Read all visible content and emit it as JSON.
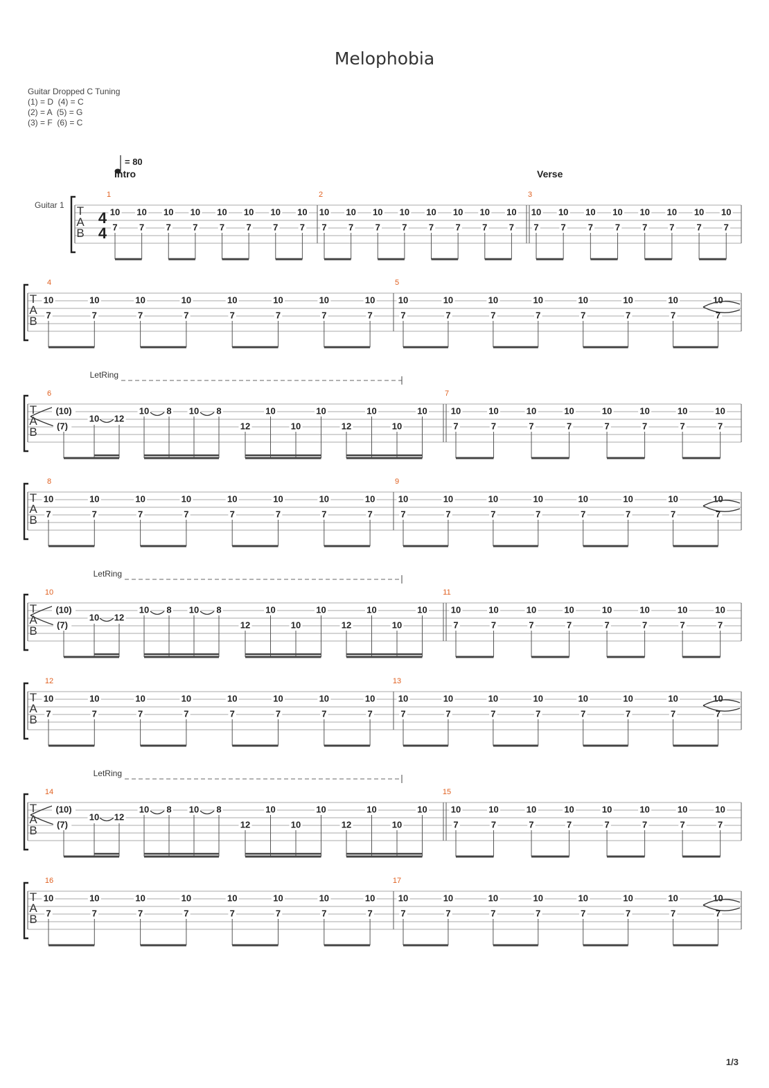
{
  "document": {
    "title": "Melophobia",
    "tuning_lines": [
      "Guitar Dropped C Tuning",
      "(1) = D  (4) = C",
      "(2) = A  (5) = G",
      "(3) = F  (6) = C"
    ],
    "page_label": "1/3"
  },
  "header": {
    "tempo_label": "= 80",
    "section_intro": "Intro",
    "section_verse": "Verse",
    "instrument_label": "Guitar 1",
    "time_signature": {
      "top": "4",
      "bottom": "4"
    },
    "tab_clef": [
      "T",
      "A",
      "B"
    ],
    "let_ring_label": "LetRing"
  },
  "bars": [
    {
      "number": "1",
      "type": "eighths",
      "top": "10",
      "bottom": "7"
    },
    {
      "number": "2",
      "type": "eighths",
      "top": "10",
      "bottom": "7"
    },
    {
      "number": "3",
      "type": "eighths",
      "top": "10",
      "bottom": "7"
    },
    {
      "number": "4",
      "type": "eighths",
      "top": "10",
      "bottom": "7"
    },
    {
      "number": "5",
      "type": "eighths",
      "top": "10",
      "bottom": "7"
    },
    {
      "number": "6",
      "type": "riff"
    },
    {
      "number": "7",
      "type": "eighths",
      "top": "10",
      "bottom": "7"
    },
    {
      "number": "8",
      "type": "eighths",
      "top": "10",
      "bottom": "7"
    },
    {
      "number": "9",
      "type": "eighths",
      "top": "10",
      "bottom": "7"
    },
    {
      "number": "10",
      "type": "riff"
    },
    {
      "number": "11",
      "type": "eighths",
      "top": "10",
      "bottom": "7"
    },
    {
      "number": "12",
      "type": "eighths",
      "top": "10",
      "bottom": "7"
    },
    {
      "number": "13",
      "type": "eighths",
      "top": "10",
      "bottom": "7"
    },
    {
      "number": "14",
      "type": "riff"
    },
    {
      "number": "15",
      "type": "eighths",
      "top": "10",
      "bottom": "7"
    },
    {
      "number": "16",
      "type": "eighths",
      "top": "10",
      "bottom": "7"
    },
    {
      "number": "17",
      "type": "eighths",
      "top": "10",
      "bottom": "7"
    }
  ],
  "riff": {
    "tied_in_top": "(10)",
    "tied_in_bottom": "(7)",
    "slur_pair_1": [
      "10",
      "12"
    ],
    "slur_pair_2": [
      "10",
      "8"
    ],
    "slur_pair_3": [
      "10",
      "8"
    ],
    "string2_run": [
      "10",
      "10",
      "10",
      "10"
    ],
    "string3_run": [
      "12",
      "10",
      "12",
      "10"
    ]
  }
}
